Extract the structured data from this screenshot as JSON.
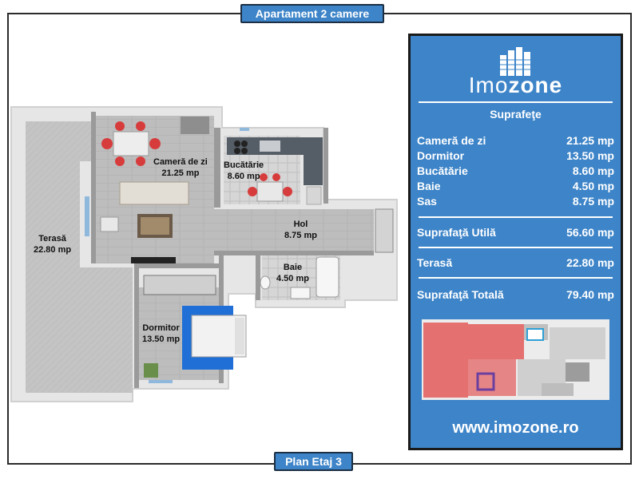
{
  "header": {
    "title": "Apartament 2 camere"
  },
  "footer": {
    "title": "Plan Etaj 3"
  },
  "rooms": {
    "living": {
      "name": "Cameră de zi",
      "area": "21.25 mp"
    },
    "kitchen": {
      "name": "Bucătărie",
      "area": "8.60 mp"
    },
    "hall": {
      "name": "Hol",
      "area": "8.75 mp"
    },
    "bath": {
      "name": "Baie",
      "area": "4.50 mp"
    },
    "bedroom": {
      "name": "Dormitor",
      "area": "13.50 mp"
    },
    "terrace": {
      "name": "Terasă",
      "area": "22.80 mp"
    }
  },
  "panel": {
    "logo_light": "Imo",
    "logo_bold": "zone",
    "section_title": "Suprafeţe",
    "surfaces": [
      {
        "label": "Cameră de zi",
        "value": "21.25 mp"
      },
      {
        "label": "Dormitor",
        "value": "13.50 mp"
      },
      {
        "label": "Bucătărie",
        "value": "8.60 mp"
      },
      {
        "label": "Baie",
        "value": "4.50 mp"
      },
      {
        "label": "Sas",
        "value": "8.75 mp"
      }
    ],
    "useful": {
      "label": "Suprafaţă Utilă",
      "value": "56.60 mp"
    },
    "terrace": {
      "label": "Terasă",
      "value": "22.80 mp"
    },
    "total": {
      "label": "Suprafaţă Totală",
      "value": "79.40 mp"
    },
    "website": "www.imozone.ro"
  },
  "colors": {
    "panel_blue": "#3d84c8",
    "highlight_red": "#e45a5a",
    "bed_blue": "#1f6fd6",
    "floor_gray": "#b9b9b9"
  }
}
